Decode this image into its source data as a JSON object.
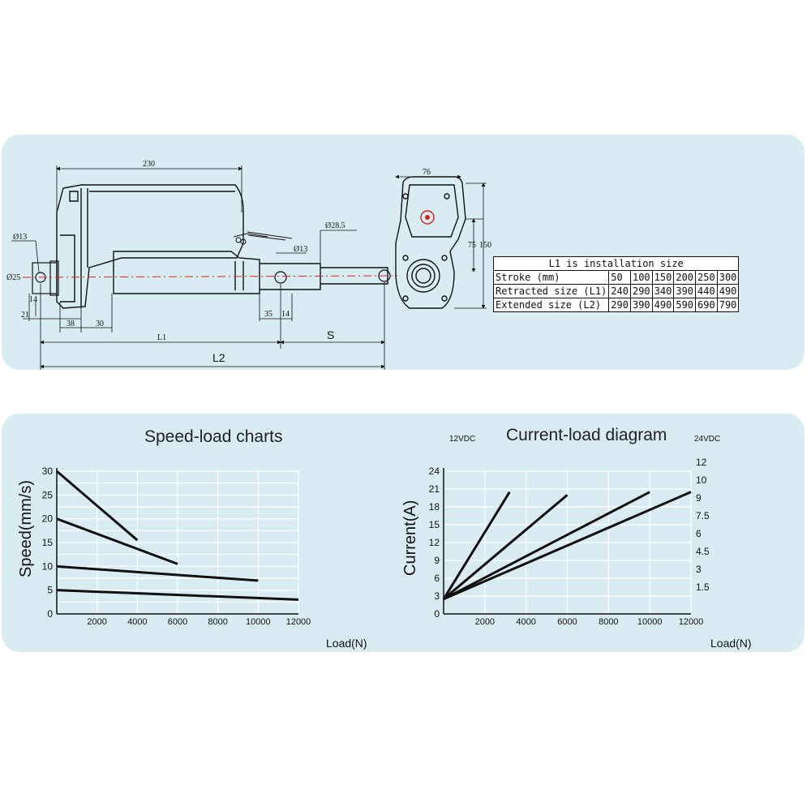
{
  "drawing": {
    "dim_230": "230",
    "dim_76": "76",
    "dim_phi285": "Ø28.5",
    "dim_phi13_left": "Ø13",
    "dim_phi13_right": "Ø13",
    "dim_phi25": "Ø25",
    "dim_14_left": "14",
    "dim_21": "21",
    "dim_38": "38",
    "dim_30": "30",
    "dim_35": "35",
    "dim_14_right": "14",
    "dim_L1": "L1",
    "dim_S": "S",
    "dim_L2": "L2",
    "dim_75": "75",
    "dim_150": "150"
  },
  "table": {
    "title": "L1 is installation size",
    "rows": [
      {
        "label": "Stroke (mm)",
        "values": [
          "50",
          "100",
          "150",
          "200",
          "250",
          "300"
        ]
      },
      {
        "label": "Retracted size (L1)",
        "values": [
          "240",
          "290",
          "340",
          "390",
          "440",
          "490"
        ]
      },
      {
        "label": "Extended size (L2)",
        "values": [
          "290",
          "390",
          "490",
          "590",
          "690",
          "790"
        ]
      }
    ]
  },
  "chart_data": [
    {
      "type": "line",
      "title": "Speed-load charts",
      "xlabel": "Load(N)",
      "ylabel": "Speed(mm/s)",
      "xlim": [
        0,
        12000
      ],
      "ylim": [
        0,
        30
      ],
      "x_ticks": [
        "2000",
        "4000",
        "6000",
        "8000",
        "10000",
        "12000"
      ],
      "y_ticks": [
        "0",
        "5",
        "10",
        "15",
        "20",
        "25",
        "30"
      ],
      "grid": true,
      "series": [
        {
          "x": [
            0,
            4000
          ],
          "y": [
            30,
            15.5
          ]
        },
        {
          "x": [
            0,
            6000
          ],
          "y": [
            20,
            10.5
          ]
        },
        {
          "x": [
            0,
            10000
          ],
          "y": [
            10,
            7
          ]
        },
        {
          "x": [
            0,
            12000
          ],
          "y": [
            5,
            3
          ]
        }
      ]
    },
    {
      "type": "line",
      "title": "Current-load diagram",
      "xlabel": "Load(N)",
      "ylabel": "Current(A)",
      "left_axis_label": "12VDC",
      "right_axis_label": "24VDC",
      "xlim": [
        0,
        12000
      ],
      "ylim": [
        0,
        24
      ],
      "x_ticks": [
        "2000",
        "4000",
        "6000",
        "8000",
        "10000",
        "12000"
      ],
      "y_ticks": [
        "0",
        "3",
        "6",
        "9",
        "12",
        "15",
        "18",
        "21",
        "24"
      ],
      "y2_ticks": [
        "1.5",
        "3",
        "4.5",
        "6",
        "7.5",
        "9",
        "10",
        "12"
      ],
      "grid": true,
      "series": [
        {
          "x": [
            0,
            3200
          ],
          "y": [
            2.5,
            20.5
          ]
        },
        {
          "x": [
            0,
            6000
          ],
          "y": [
            2.5,
            20
          ]
        },
        {
          "x": [
            0,
            10000
          ],
          "y": [
            2.5,
            20.5
          ]
        },
        {
          "x": [
            0,
            12000
          ],
          "y": [
            2.5,
            20.5
          ]
        }
      ]
    }
  ]
}
